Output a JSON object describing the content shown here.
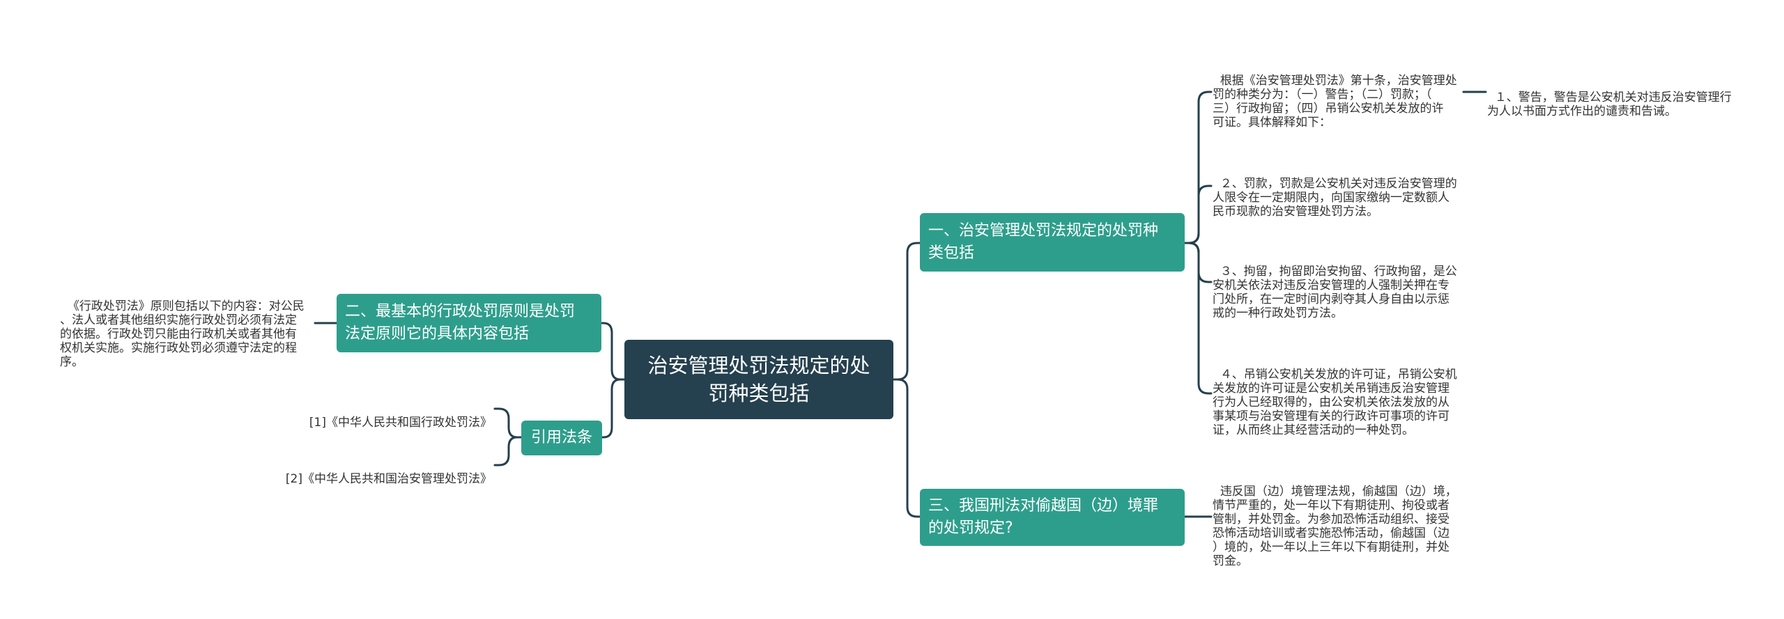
{
  "root": {
    "label": "治安管理处罚法规定的处\n罚种类包括"
  },
  "branches": {
    "b1": {
      "label": "一、治安管理处罚法规定的处罚种\n类包括"
    },
    "b2": {
      "label": "三、我国刑法对偷越国（边）境罪\n的处罚规定?"
    },
    "b3": {
      "label": "二、最基本的行政处罚原则是处罚\n法定原则它的具体内容包括"
    },
    "b4": {
      "label": "引用法条"
    }
  },
  "leaves": {
    "l1": {
      "text": "根据《治安管理处罚法》第十条，治安管理处\n罚的种类分为：（一）警告；（二）罚款；（\n三）行政拘留；（四）吊销公安机关发放的许\n可证。具体解释如下："
    },
    "l1a": {
      "text": "１、警告，警告是公安机关对违反治安管理行\n为人以书面方式作出的谴责和告诫。"
    },
    "l2": {
      "text": "２、罚款，罚款是公安机关对违反治安管理的\n人限令在一定期限内，向国家缴纳一定数额人\n民币现款的治安管理处罚方法。"
    },
    "l3": {
      "text": "３、拘留，拘留即治安拘留、行政拘留，是公\n安机关依法对违反治安管理的人强制关押在专\n门处所，在一定时间内剥夺其人身自由以示惩\n戒的一种行政处罚方法。"
    },
    "l4": {
      "text": "４、吊销公安机关发放的许可证，吊销公安机\n关发放的许可证是公安机关吊销违反治安管理\n行为人已经取得的，由公安机关依法发放的从\n事某项与治安管理有关的行政许可事项的许可\n证，从而终止其经营活动的一种处罚。"
    },
    "l5": {
      "text": "违反国（边）境管理法规，偷越国（边）境，\n情节严重的，处一年以下有期徒刑、拘役或者\n管制，并处罚金。为参加恐怖活动组织、接受\n恐怖活动培训或者实施恐怖活动，偷越国（边\n）境的，处一年以上三年以下有期徒刑，并处\n罚金。"
    },
    "l6": {
      "text": "《行政处罚法》原则包括以下的内容：对公民\n、法人或者其他组织实施行政处罚必须有法定\n的依据。行政处罚只能由行政机关或者其他有\n权机关实施。实施行政处罚必须遵守法定的程\n序。"
    },
    "l7": {
      "text": "[1]《中华人民共和国行政处罚法》"
    },
    "l8": {
      "text": "[2]《中华人民共和国治安管理处罚法》"
    }
  },
  "colors": {
    "root_bg": "#25404e",
    "branch_bg": "#2e9e8c",
    "connector": "#25404e",
    "text": "#333333"
  }
}
